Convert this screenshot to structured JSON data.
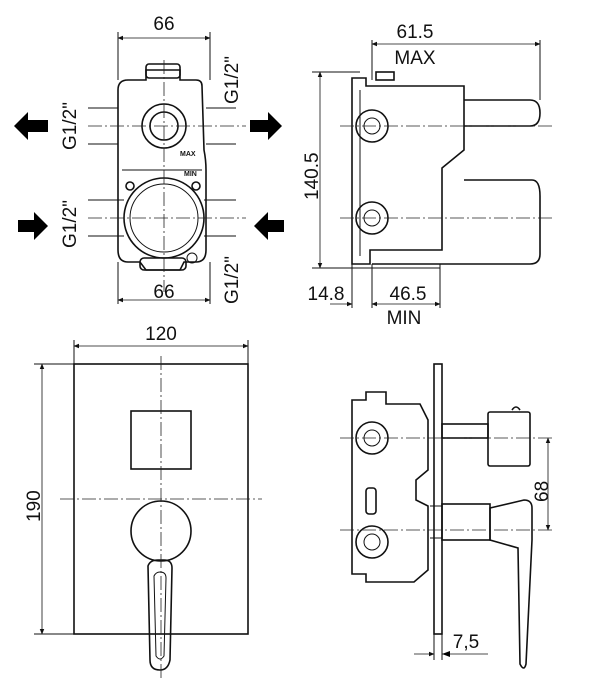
{
  "views": {
    "top_left": {
      "dim_top_width": "66",
      "dim_bottom_width": "66",
      "thread_top_right": "G1/2\"",
      "thread_bottom_right": "G1/2\"",
      "thread_left_upper": "G1/2\"",
      "thread_left_lower": "G1/2\"",
      "engraving_max": "MAX",
      "engraving_min": "MIN"
    },
    "top_right": {
      "dim_max_depth": "61.5",
      "label_max": "MAX",
      "dim_height": "140.5",
      "dim_offset": "14.8",
      "dim_min_depth": "46.5",
      "label_min": "MIN"
    },
    "bottom_left": {
      "dim_plate_width": "120",
      "dim_plate_height": "190"
    },
    "bottom_right": {
      "dim_handle_height": "68",
      "dim_plate_thickness": "7,5"
    }
  },
  "colors": {
    "line": "#111111",
    "background": "#ffffff"
  }
}
